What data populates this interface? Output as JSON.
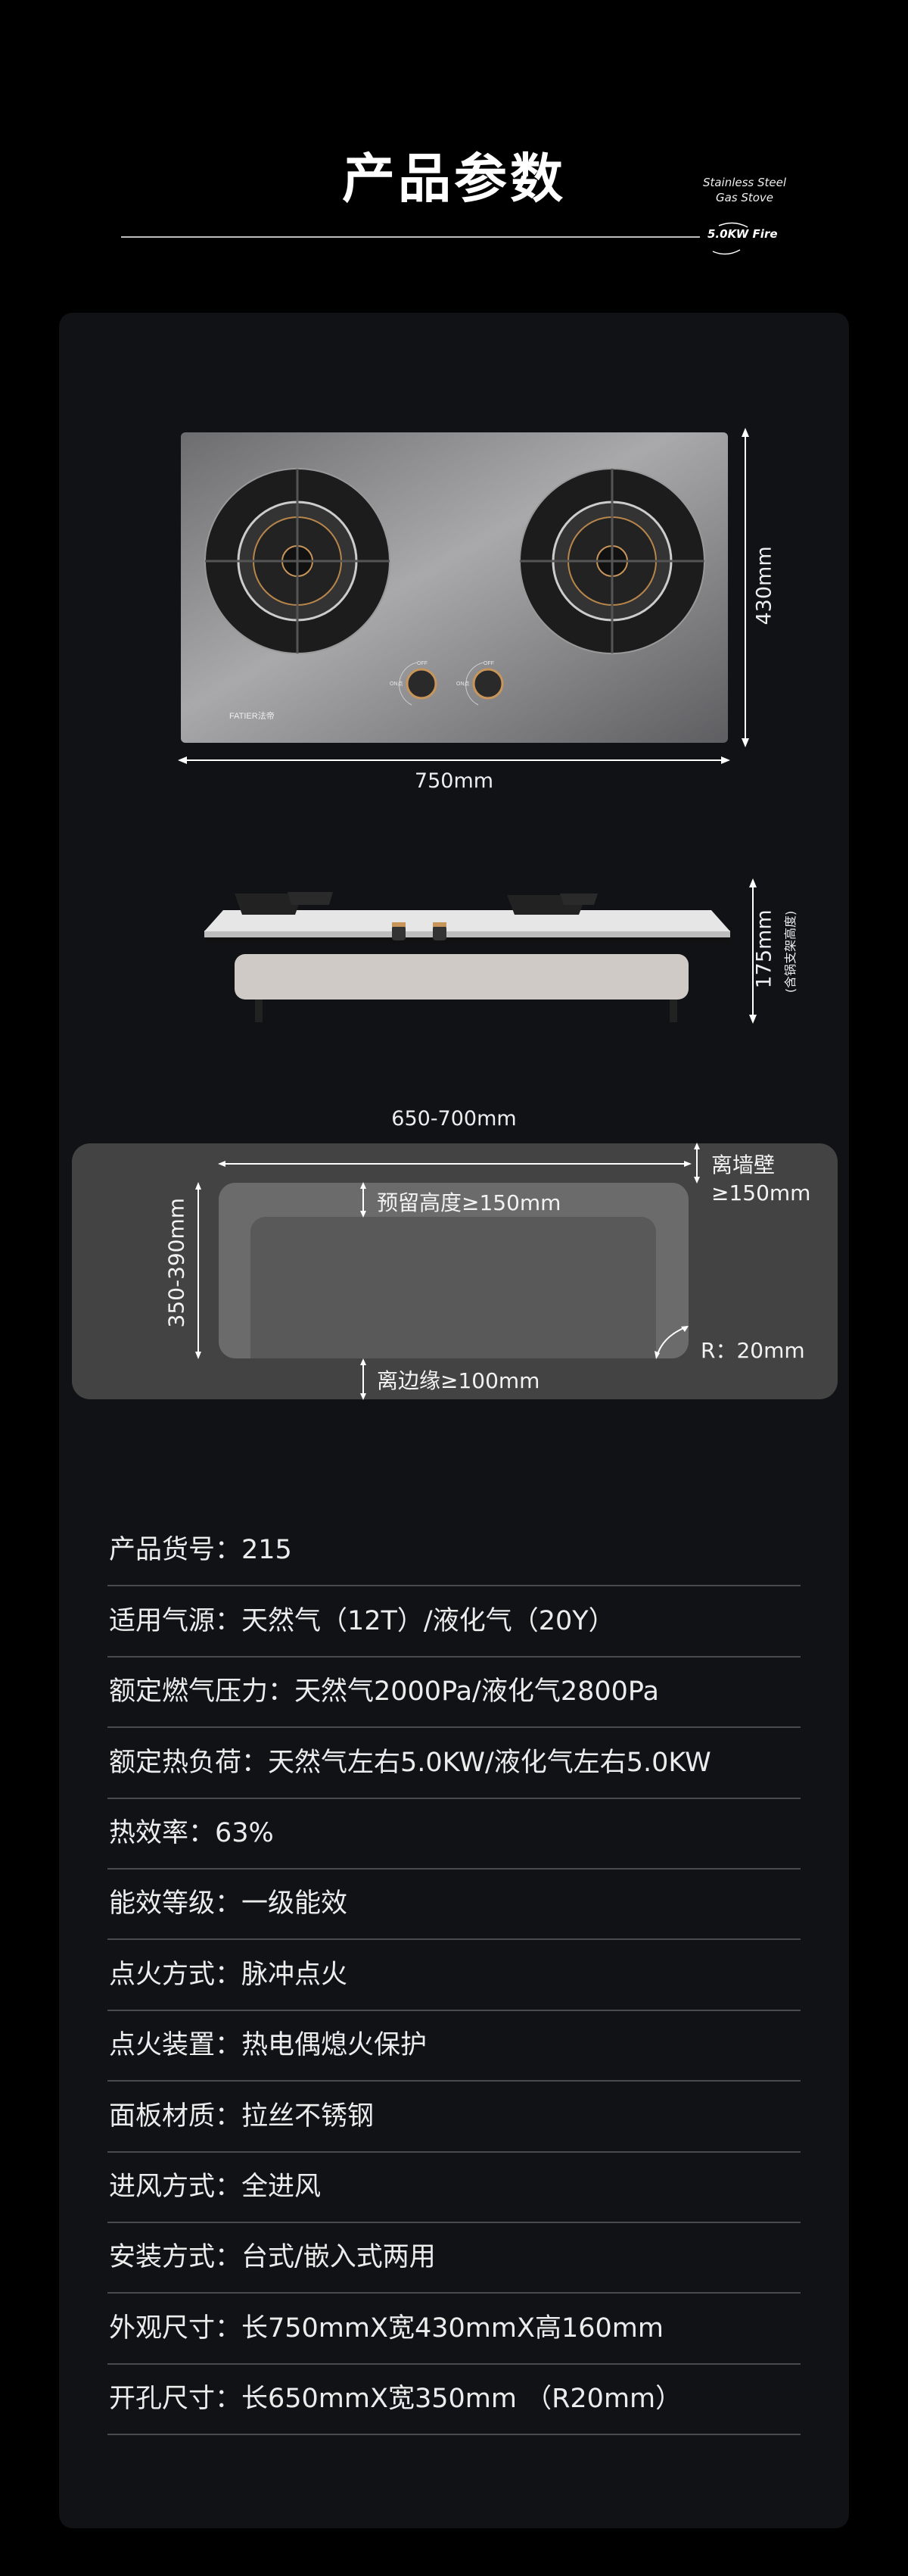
{
  "header": {
    "title": "产品参数",
    "subtitle_line1": "Stainless Steel",
    "subtitle_line2": "Gas Stove",
    "badge": "5.0KW Fire"
  },
  "top_view": {
    "brand_logo": "FATIER法帝",
    "knob_labels": [
      "OFF",
      "ON点"
    ],
    "width_label": "750mm",
    "depth_label": "430mm"
  },
  "side_view": {
    "height_label": "175mm",
    "height_note": "(含锅支架高度)"
  },
  "install": {
    "cutout_width": "650-700mm",
    "cutout_depth": "350-390mm",
    "wall_label": "离墙壁",
    "wall_value": "≥150mm",
    "reserve_height": "预留高度≥150mm",
    "edge_distance": "离边缘≥100mm",
    "radius": "R：20mm"
  },
  "specs": [
    "产品货号：215",
    "适用气源：天然气（12T）/液化气（20Y）",
    "额定燃气压力：天然气2000Pa/液化气2800Pa",
    "额定热负荷：天然气左右5.0KW/液化气左右5.0KW",
    "热效率：63%",
    "能效等级：一级能效",
    "点火方式：脉冲点火",
    "点火装置：热电偶熄火保护",
    "面板材质：拉丝不锈钢",
    "进风方式：全进风",
    "安装方式：台式/嵌入式两用",
    "外观尺寸：长750mmX宽430mmX高160mm",
    "开孔尺寸：长650mmX宽350mm （R20mm）"
  ]
}
